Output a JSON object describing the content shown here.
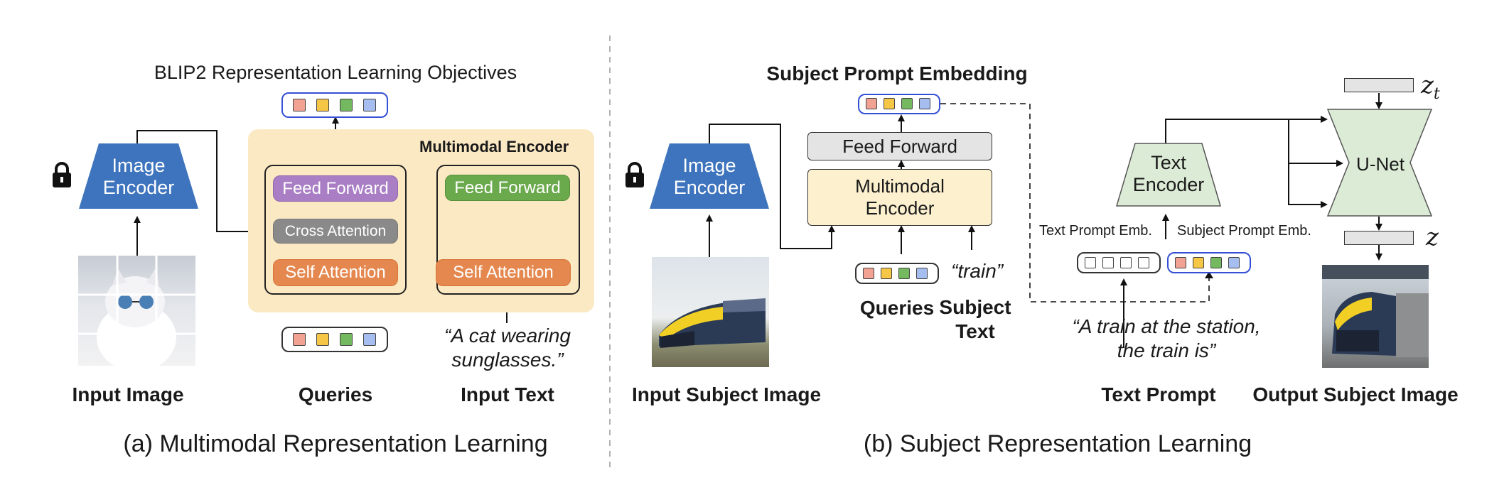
{
  "colors": {
    "token_red": "#f2a293",
    "token_yellow": "#f6c646",
    "token_green": "#74b95f",
    "token_blue": "#a6bdf0",
    "token_empty": "#ffffff",
    "encoder_panel": "#fbe9c4",
    "image_encoder": "#3d74bd",
    "text_encoder": "#dcebd6",
    "unet": "#dcebd6",
    "feed_forward_gray": "#e4e4e4",
    "multimodal_encoder_box": "#fcf0cf",
    "blue_border": "#3550d6"
  },
  "panel_a": {
    "title": "BLIP2 Representation Learning Objectives",
    "encoder_label": "Multimodal Encoder",
    "image_encoder": "Image\nEncoder",
    "lock_icon": "lock-icon",
    "feed_forward_left": "Feed Forward",
    "cross_attention": "Cross Attention",
    "self_attention_left": "Self Attention",
    "feed_forward_right": "Feed Forward",
    "self_attention_right": "Self Attention",
    "input_text_quote": "“A cat wearing\nsunglasses.”",
    "label_input_image": "Input Image",
    "label_queries": "Queries",
    "label_input_text": "Input Text",
    "caption": "(a) Multimodal Representation Learning"
  },
  "panel_b": {
    "title": "Subject Prompt Embedding",
    "image_encoder": "Image\nEncoder",
    "lock_icon": "lock-icon",
    "feed_forward": "Feed Forward",
    "multimodal_encoder": "Multimodal\nEncoder",
    "subject_quote": "“train”",
    "label_queries": "Queries",
    "label_subject_text": "Subject\nText",
    "label_input_subject_image": "Input Subject Image",
    "text_encoder": "Text\nEncoder",
    "text_prompt_emb": "Text Prompt Emb.",
    "subject_prompt_emb": "Subject Prompt Emb.",
    "prompt_quote": "“A train at the station,\nthe train is”",
    "label_text_prompt": "Text Prompt",
    "unet": "U-Net",
    "z_t": "z",
    "z_t_sub": "t",
    "z": "z",
    "label_output_subject_image": "Output Subject Image",
    "caption": "(b) Subject Representation Learning"
  }
}
